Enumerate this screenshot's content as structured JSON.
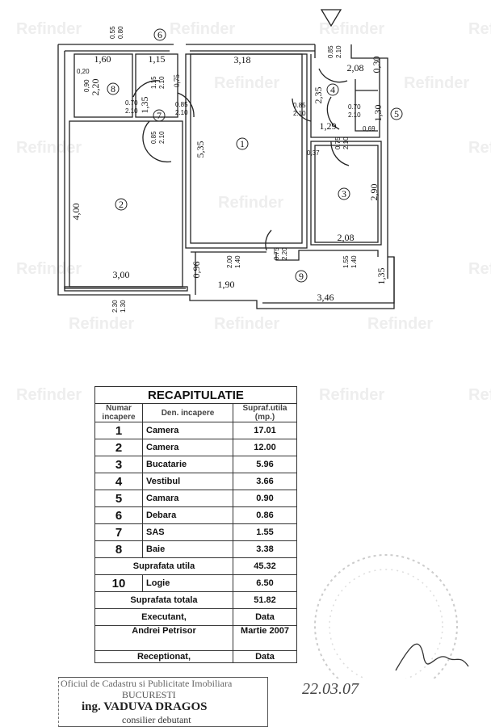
{
  "watermark": "Refinder",
  "plan": {
    "rooms": {
      "r1": "1",
      "r2": "2",
      "r3": "3",
      "r4": "4",
      "r5": "5",
      "r6": "6",
      "r7": "7",
      "r8": "8",
      "r9": "9"
    },
    "dims": {
      "d160": "1,60",
      "d115": "1,15",
      "d318": "3,18",
      "d208t": "2,08",
      "d220": "2,20",
      "d020": "0,20",
      "d090": "0,90",
      "d135v": "1,35",
      "d535": "5,35",
      "d235": "2,35",
      "d129": "1,29",
      "d030": "0,30",
      "d130": "1,30",
      "d069": "0,69",
      "d037": "0,37",
      "d400": "4,00",
      "d290": "2,90",
      "d208b": "2,08",
      "d300": "3,00",
      "d096": "0,96",
      "d190": "1,90",
      "d346": "3,46",
      "d135": "1,35",
      "d075": "0,75"
    },
    "openings": {
      "o1a": "0.55",
      "o1b": "0.80",
      "o2a": "0.70",
      "o2b": "2.10",
      "o3a": "0.85",
      "o3b": "2.10",
      "o4a": "0.85",
      "o4b": "2.10",
      "o5a": "0.85",
      "o5b": "2.10",
      "o6a": "0.85",
      "o6b": "2.10",
      "o7a": "0.70",
      "o7b": "2.10",
      "o8a": "0.75",
      "o8b": "2.10",
      "o9a": "0.75",
      "o9b": "2.20",
      "o10a": "2.00",
      "o10b": "1.40",
      "o11a": "1.55",
      "o11b": "1.40",
      "o12a": "2.30",
      "o12b": "1.30",
      "o13a": "1.15",
      "o13b": "2.10"
    }
  },
  "recap": {
    "title": "RECAPITULATIE",
    "headers": [
      "Numar incapere",
      "Den. incapere",
      "Supraf.utila (mp.)"
    ],
    "rows": [
      {
        "num": "1",
        "name": "Camera",
        "area": "17.01"
      },
      {
        "num": "2",
        "name": "Camera",
        "area": "12.00"
      },
      {
        "num": "3",
        "name": "Bucatarie",
        "area": "5.96"
      },
      {
        "num": "4",
        "name": "Vestibul",
        "area": "3.66"
      },
      {
        "num": "5",
        "name": "Camara",
        "area": "0.90"
      },
      {
        "num": "6",
        "name": "Debara",
        "area": "0.86"
      },
      {
        "num": "7",
        "name": "SAS",
        "area": "1.55"
      },
      {
        "num": "8",
        "name": "Baie",
        "area": "3.38"
      }
    ],
    "useful_label": "Suprafata utila",
    "useful_value": "45.32",
    "logia": {
      "num": "10",
      "name": "Logie",
      "area": "6.50"
    },
    "total_label": "Suprafata totala",
    "total_value": "51.82",
    "executant_label": "Executant,",
    "executant_name": "Andrei Petrisor",
    "date_label": "Data",
    "date_value": "Martie 2007",
    "received_label": "Receptionat,",
    "received_date_label": "Data"
  },
  "stamp": {
    "office": "Oficiul de Cadastru si Publicitate Imobiliara",
    "city": "BUCURESTI",
    "person": "ing. VADUVA DRAGOS",
    "role": "consilier debutant",
    "handwritten_date": "22.03.07"
  }
}
